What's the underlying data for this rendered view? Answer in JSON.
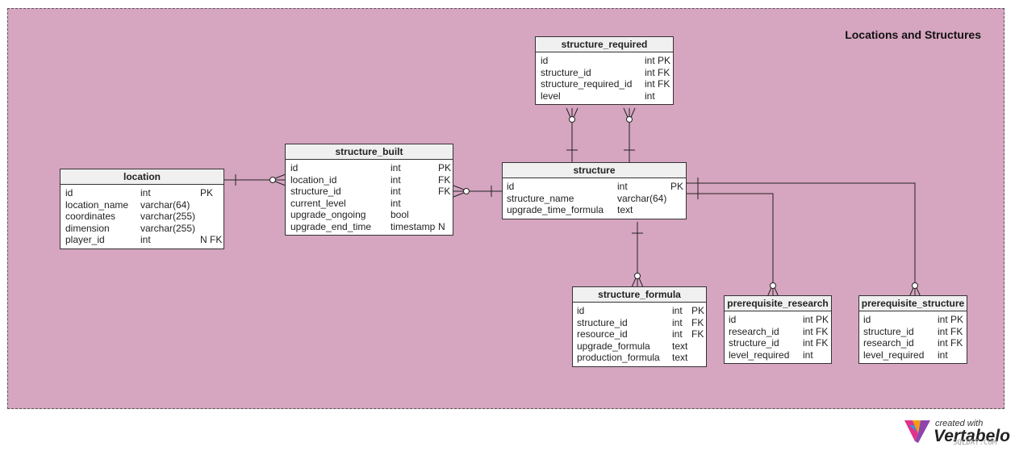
{
  "area_title": "Locations and Structures",
  "tables": {
    "location": {
      "name": "location",
      "columns": [
        {
          "name": "id",
          "type": "int",
          "key": "PK"
        },
        {
          "name": "location_name",
          "type": "varchar(64)",
          "key": ""
        },
        {
          "name": "coordinates",
          "type": "varchar(255)",
          "key": ""
        },
        {
          "name": "dimension",
          "type": "varchar(255)",
          "key": ""
        },
        {
          "name": "player_id",
          "type": "int",
          "key": "N FK"
        }
      ]
    },
    "structure_built": {
      "name": "structure_built",
      "columns": [
        {
          "name": "id",
          "type": "int",
          "key": "PK"
        },
        {
          "name": "location_id",
          "type": "int",
          "key": "FK"
        },
        {
          "name": "structure_id",
          "type": "int",
          "key": "FK"
        },
        {
          "name": "current_level",
          "type": "int",
          "key": ""
        },
        {
          "name": "upgrade_ongoing",
          "type": "bool",
          "key": ""
        },
        {
          "name": "upgrade_end_time",
          "type": "timestamp",
          "key": "N"
        }
      ]
    },
    "structure_required": {
      "name": "structure_required",
      "columns": [
        {
          "name": "id",
          "type": "int PK",
          "key": ""
        },
        {
          "name": "structure_id",
          "type": "int FK",
          "key": ""
        },
        {
          "name": "structure_required_id",
          "type": "int FK",
          "key": ""
        },
        {
          "name": "level",
          "type": "int",
          "key": ""
        }
      ]
    },
    "structure": {
      "name": "structure",
      "columns": [
        {
          "name": "id",
          "type": "int",
          "key": "PK"
        },
        {
          "name": "structure_name",
          "type": "varchar(64)",
          "key": ""
        },
        {
          "name": "upgrade_time_formula",
          "type": "text",
          "key": ""
        }
      ]
    },
    "structure_formula": {
      "name": "structure_formula",
      "columns": [
        {
          "name": "id",
          "type": "int",
          "key": "PK"
        },
        {
          "name": "structure_id",
          "type": "int",
          "key": "FK"
        },
        {
          "name": "resource_id",
          "type": "int",
          "key": "FK"
        },
        {
          "name": "upgrade_formula",
          "type": "text",
          "key": ""
        },
        {
          "name": "production_formula",
          "type": "text",
          "key": ""
        }
      ]
    },
    "prerequisite_research": {
      "name": "prerequisite_research",
      "columns": [
        {
          "name": "id",
          "type": "int PK",
          "key": ""
        },
        {
          "name": "research_id",
          "type": "int FK",
          "key": ""
        },
        {
          "name": "structure_id",
          "type": "int FK",
          "key": ""
        },
        {
          "name": "level_required",
          "type": "int",
          "key": ""
        }
      ]
    },
    "prerequisite_structure": {
      "name": "prerequisite_structure",
      "columns": [
        {
          "name": "id",
          "type": "int PK",
          "key": ""
        },
        {
          "name": "structure_id",
          "type": "int FK",
          "key": ""
        },
        {
          "name": "research_id",
          "type": "int FK",
          "key": ""
        },
        {
          "name": "level_required",
          "type": "int",
          "key": ""
        }
      ]
    }
  },
  "logo": {
    "created": "created with",
    "brand": "Vertabelo"
  },
  "watermark": "SQLDAT.COM"
}
